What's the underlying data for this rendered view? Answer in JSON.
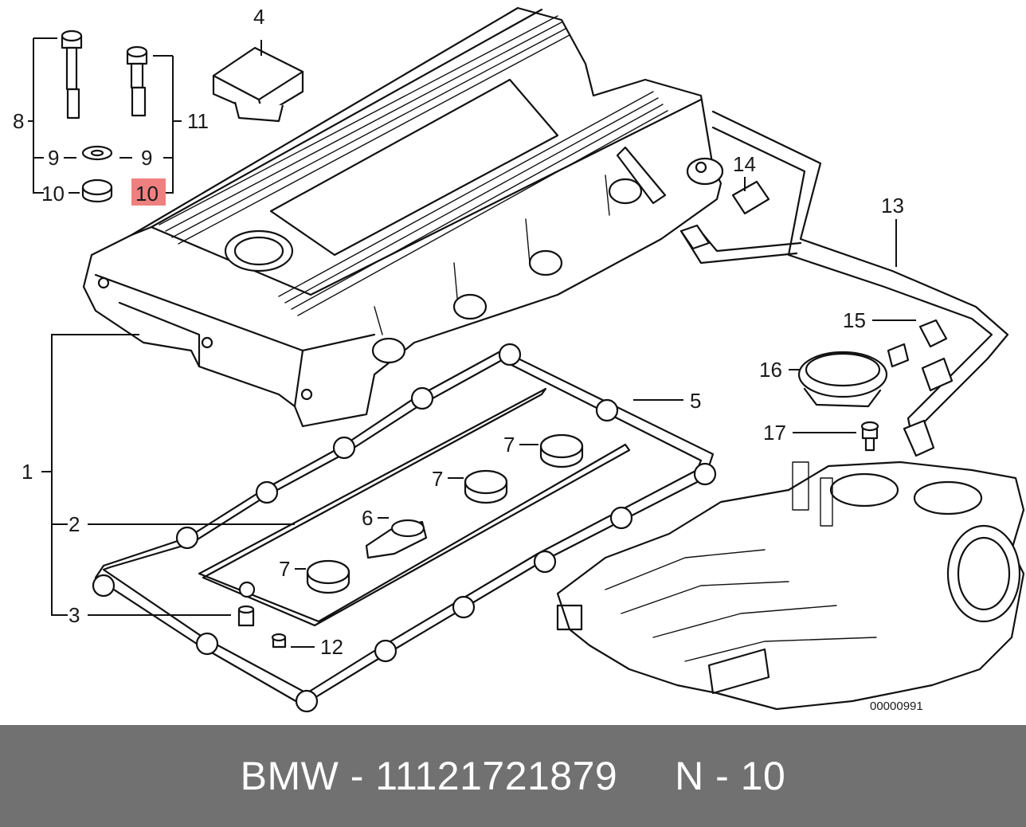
{
  "diagram": {
    "callouts": {
      "c1": "1",
      "c2": "2",
      "c3": "3",
      "c4": "4",
      "c5": "5",
      "c6": "6",
      "c7a": "7",
      "c7b": "7",
      "c7c": "7",
      "c8": "8",
      "c9a": "9",
      "c9b": "9",
      "c10a": "10",
      "c10b": "10",
      "c11": "11",
      "c12": "12",
      "c13": "13",
      "c14": "14",
      "c15": "15",
      "c16": "16",
      "c17": "17"
    },
    "highlighted_callout": "10",
    "highlight_color": "#f08080",
    "drawing_number": "00000991"
  },
  "footer": {
    "text": "BMW - 11121721879     N - 10",
    "background_color": "#717171",
    "text_color": "#ffffff"
  }
}
